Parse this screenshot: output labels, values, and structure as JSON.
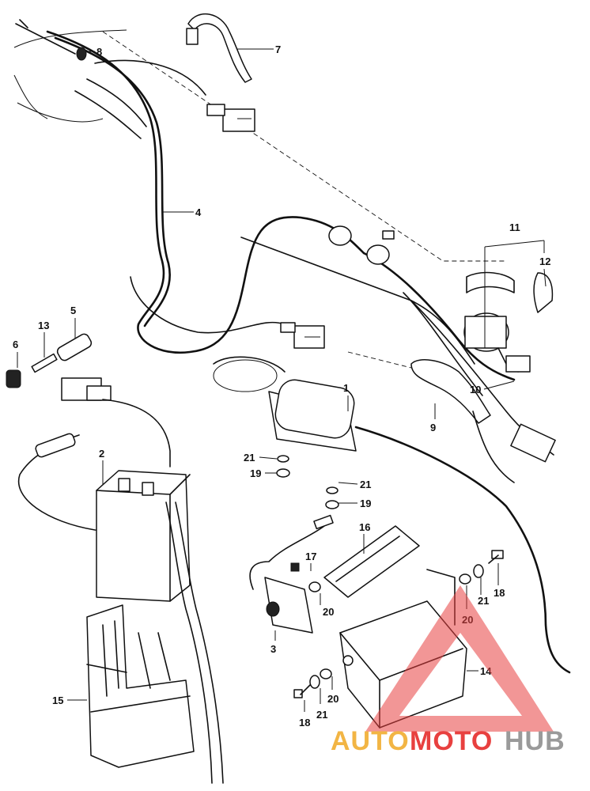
{
  "diagram": {
    "callouts": [
      {
        "id": "c1",
        "label": "1"
      },
      {
        "id": "c2",
        "label": "2"
      },
      {
        "id": "c3",
        "label": "3"
      },
      {
        "id": "c4",
        "label": "4"
      },
      {
        "id": "c5",
        "label": "5"
      },
      {
        "id": "c6",
        "label": "6"
      },
      {
        "id": "c7",
        "label": "7"
      },
      {
        "id": "c8",
        "label": "8"
      },
      {
        "id": "c9",
        "label": "9"
      },
      {
        "id": "c10",
        "label": "10"
      },
      {
        "id": "c11",
        "label": "11"
      },
      {
        "id": "c12",
        "label": "12"
      },
      {
        "id": "c13",
        "label": "13"
      },
      {
        "id": "c14",
        "label": "14"
      },
      {
        "id": "c15",
        "label": "15"
      },
      {
        "id": "c16",
        "label": "16"
      },
      {
        "id": "c17",
        "label": "17"
      },
      {
        "id": "c18a",
        "label": "18"
      },
      {
        "id": "c18b",
        "label": "18"
      },
      {
        "id": "c19a",
        "label": "19"
      },
      {
        "id": "c19b",
        "label": "19"
      },
      {
        "id": "c20a",
        "label": "20"
      },
      {
        "id": "c20b",
        "label": "20"
      },
      {
        "id": "c20c",
        "label": "20"
      },
      {
        "id": "c21a",
        "label": "21"
      },
      {
        "id": "c21b",
        "label": "21"
      },
      {
        "id": "c21c",
        "label": "21"
      },
      {
        "id": "c21d",
        "label": "21"
      }
    ]
  },
  "watermark": {
    "part1": "AUTO",
    "part2": "MOTO",
    "part3": "HUB",
    "colors": {
      "part1": "#f2b544",
      "part2": "#e8403f",
      "part3": "#9a9a9a",
      "triangle": "#e8403f"
    }
  }
}
